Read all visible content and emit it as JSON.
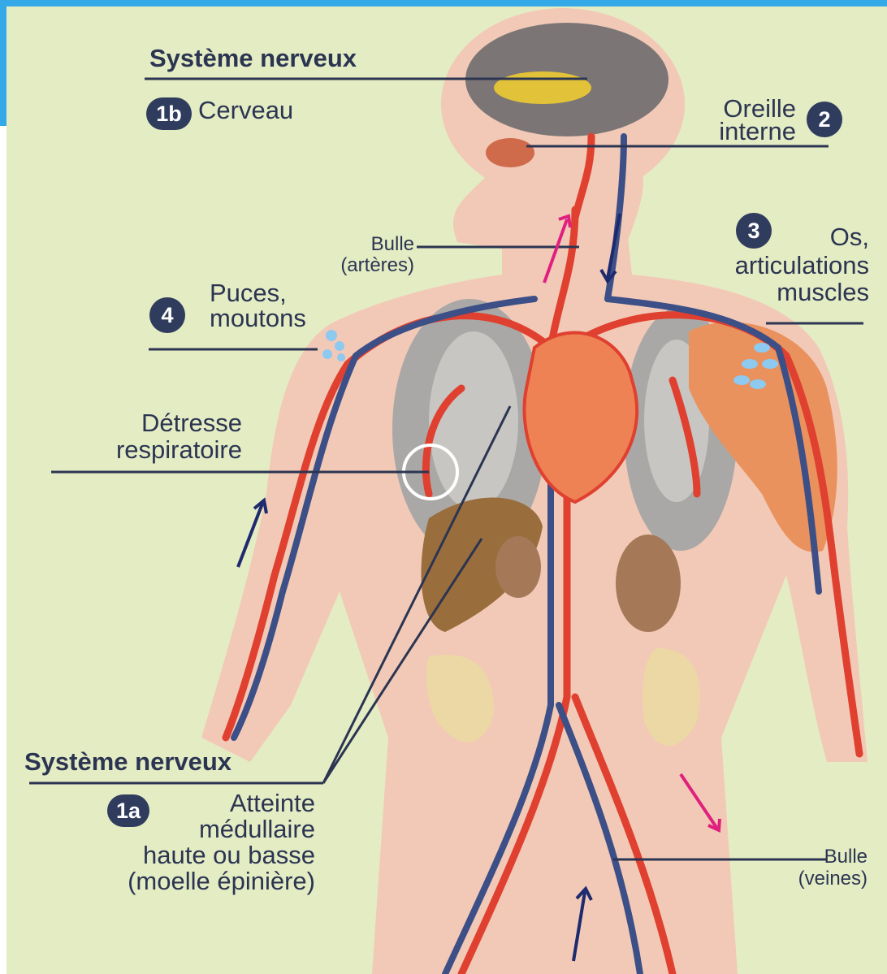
{
  "labels": {
    "nervous_top": "Système nerveux",
    "brain_num": "1b",
    "brain": "Cerveau",
    "ear_num": "2",
    "ear_line1": "Oreille",
    "ear_line2": "interne",
    "bubble_art_line1": "Bulle",
    "bubble_art_line2": "(artères)",
    "bone_num": "3",
    "bone_line1": "Os,",
    "bone_line2": "articulations",
    "bone_line3": "muscles",
    "skin_num": "4",
    "skin_line1": "Puces,",
    "skin_line2": "moutons",
    "resp_line1": "Détresse",
    "resp_line2": "respiratoire",
    "nervous_bottom": "Système nerveux",
    "spinal_num": "1a",
    "spinal_line1": "Atteinte",
    "spinal_line2": "médullaire",
    "spinal_line3": "haute ou basse",
    "spinal_line4": "(moelle épinière)",
    "bubble_vein_line1": "Bulle",
    "bubble_vein_line2": "(veines)"
  },
  "colors": {
    "background": "#e4ecc3",
    "frame_accent": "#35a9e8",
    "skin": "#f2c9b7",
    "artery": "#e0402f",
    "vein": "#3c4f86",
    "label_text": "#2b3552",
    "badge": "#2f3c5e",
    "flow_arrow": "#e0207e",
    "return_arrow": "#1e2a6e"
  }
}
